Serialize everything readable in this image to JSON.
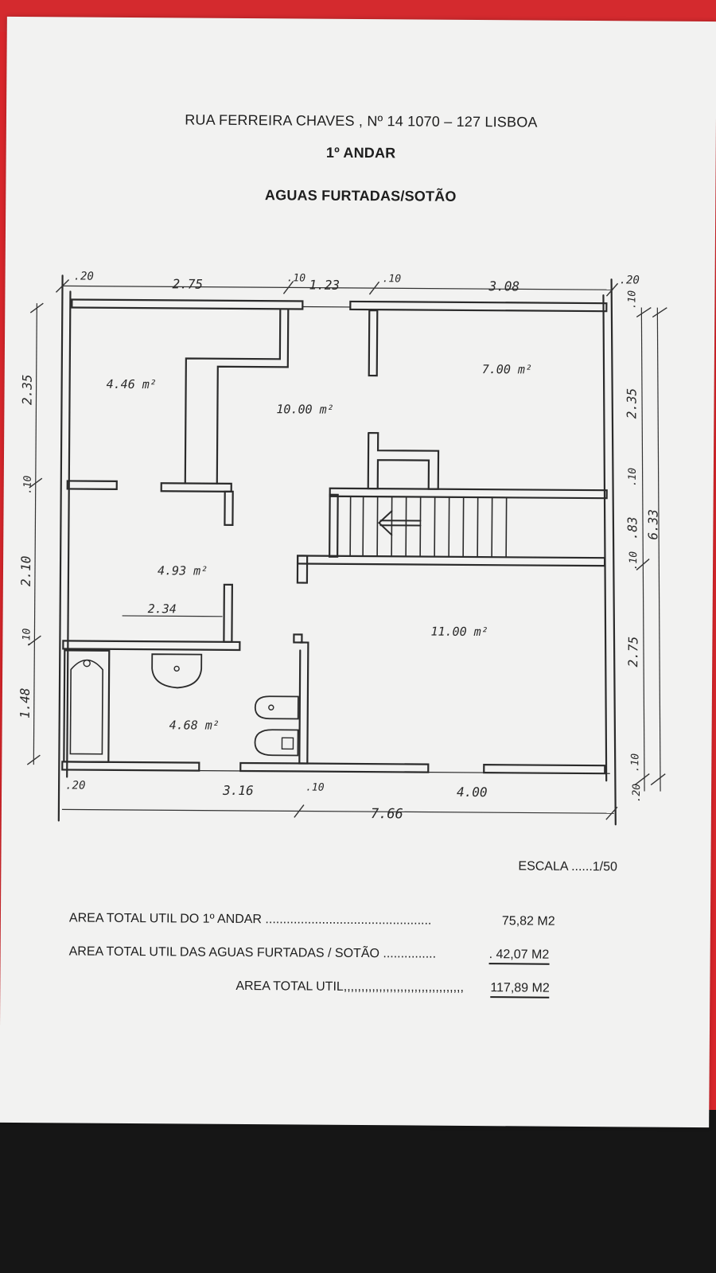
{
  "header": {
    "address": "RUA FERREIRA CHAVES , Nº 14  1070 – 127  LISBOA",
    "floor": "1º ANDAR",
    "section": "AGUAS FURTADAS/SOTÃO"
  },
  "plan": {
    "top_dims": [
      "2.75",
      "1.23",
      "3.08"
    ],
    "top_wall_marks": [
      ".20",
      ".10",
      ".10",
      ".20"
    ],
    "left_dims": [
      "2.35",
      ".10",
      "2.10",
      ".10",
      "1.48"
    ],
    "right_dims": [
      ".10",
      "2.35",
      ".10",
      ".83",
      ".10",
      "2.75",
      ".10",
      ".20"
    ],
    "right_total": "6.33",
    "bottom_dims": [
      ".20",
      "3.16",
      ".10",
      "4.00"
    ],
    "bottom_total": "7.66",
    "inner_dim": "2.34",
    "room_areas": [
      "4.46 m²",
      "10.00 m²",
      "7.00 m²",
      "4.93 m²",
      "11.00 m²",
      "4.68 m²"
    ]
  },
  "footer": {
    "scale": "ESCALA ......1/50",
    "rows": [
      {
        "label": "AREA TOTAL UTIL DO 1º ANDAR ...............................................",
        "value": "75,82  M2"
      },
      {
        "label": "AREA TOTAL UTIL  DAS AGUAS  FURTADAS / SOTÃO  ...............",
        "value": ". 42,07  M2"
      },
      {
        "label": "AREA TOTAL UTIL,,,,,,,,,,,,,,,,,,,,,,,,,,,,,,,,,,",
        "value": "117,89  M2"
      }
    ]
  }
}
